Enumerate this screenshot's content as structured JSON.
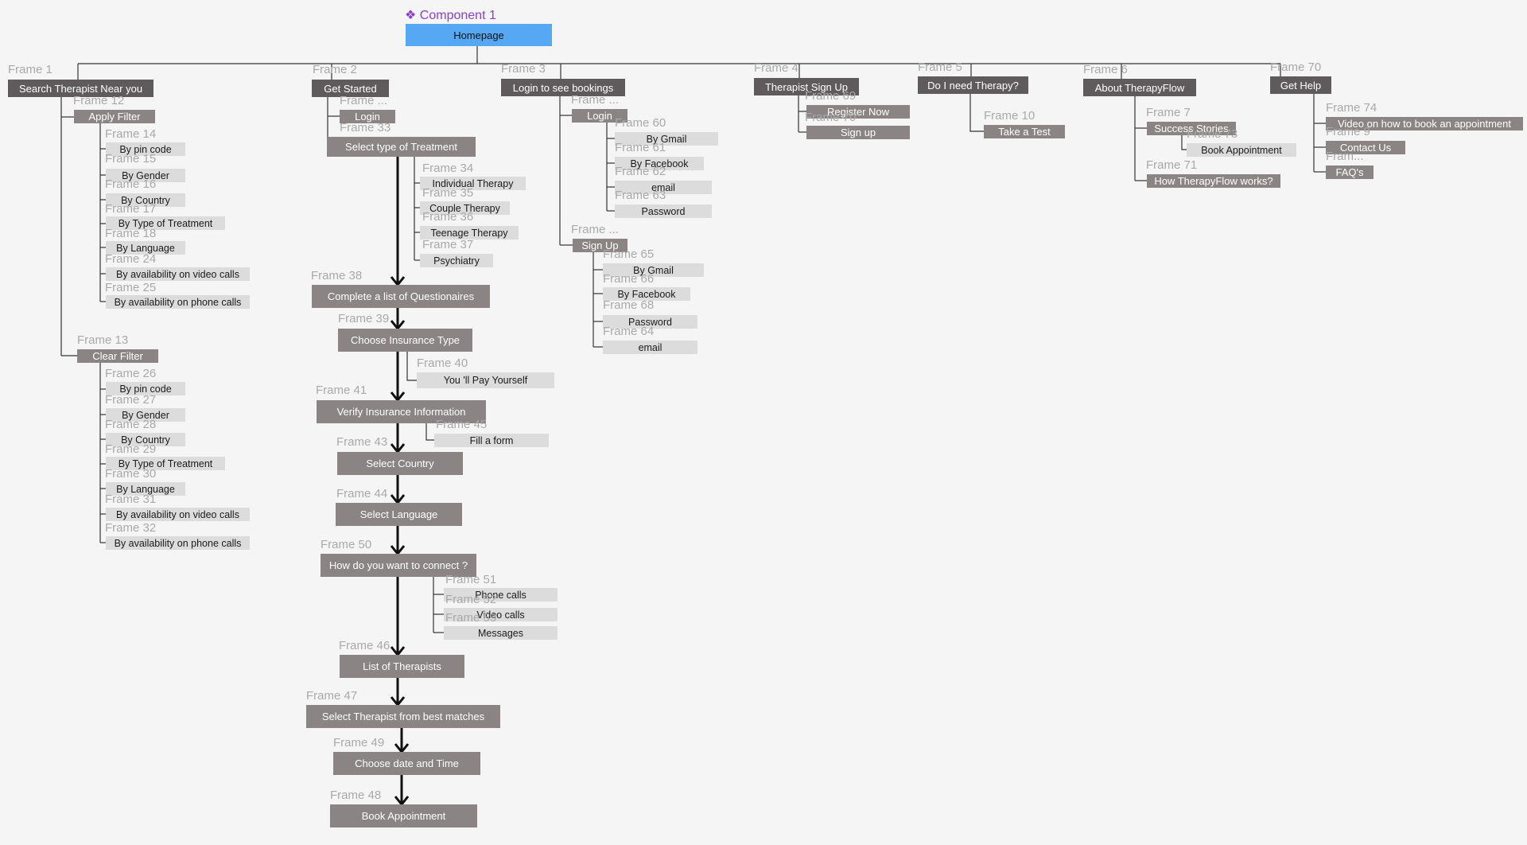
{
  "component_label": "Component 1",
  "component_icon": "component-diamond-icon",
  "root": "Homepage",
  "colors": {
    "background": "#f5f5f5",
    "root_fill": "#56a8f5",
    "section_fill": "#5f5b5c",
    "step_fill": "#8b8485",
    "option_fill": "#dcdcdc",
    "frame_label": "#a9a9a9",
    "component_label": "#8a3fd1"
  },
  "frames": [
    "Frame 1",
    "Frame 12",
    "Frame 14",
    "Frame 15",
    "Frame 16",
    "Frame 17",
    "Frame 18",
    "Frame 24",
    "Frame 25",
    "Frame 13",
    "Frame 26",
    "Frame 27",
    "Frame 28",
    "Frame 29",
    "Frame 30",
    "Frame 31",
    "Frame 32",
    "Frame 2",
    "Frame ...",
    "Frame 33",
    "Frame 34",
    "Frame 35",
    "Frame 36",
    "Frame 37",
    "Frame 38",
    "Frame 39",
    "Frame 40",
    "Frame 41",
    "Frame 45",
    "Frame 43",
    "Frame 44",
    "Frame 50",
    "Frame 51",
    "Frame 52",
    "Frame 53",
    "Frame 46",
    "Frame 47",
    "Frame 49",
    "Frame 48",
    "Frame 3",
    "Frame ...",
    "Frame 60",
    "Frame 61",
    "Frame 62",
    "Frame 63",
    "Frame ...",
    "Frame 65",
    "Frame 66",
    "Frame 68",
    "Frame 64",
    "Frame 4",
    "Frame 69",
    "Frame 70",
    "Frame 5",
    "Frame 10",
    "Frame 6",
    "Frame 7",
    "Frame 73",
    "Frame 71",
    "Frame 70",
    "Frame 74",
    "Frame 9",
    "Fram..."
  ],
  "nodes": [
    "Homepage",
    "Search Therapist Near you",
    "Apply Filter",
    "By pin code",
    "By Gender",
    "By Country",
    "By Type of Treatment",
    "By Language",
    "By availability on video calls",
    "By availability on phone calls",
    "Clear Filter",
    "By pin code",
    "By Gender",
    "By Country",
    "By Type of Treatment",
    "By Language",
    "By availability on video calls",
    "By availability on phone calls",
    "Get Started",
    "Login",
    "Select type of Treatment",
    "Individual Therapy",
    "Couple Therapy",
    "Teenage Therapy",
    "Psychiatry",
    "Complete a list of Questionaires",
    "Choose Insurance Type",
    "You 'll Pay Yourself",
    "Verify Insurance Information",
    "Fill a form",
    "Select Country",
    "Select Language",
    "How do you want to connect ?",
    "Phone calls",
    "Video calls",
    "Messages",
    "List of Therapists",
    "Select Therapist from best matches",
    "Choose date and Time",
    "Book Appointment",
    "Login to see bookings",
    "Login",
    "By Gmail",
    "By Facebook",
    "email",
    "Password",
    "Sign Up",
    "By Gmail",
    "By Facebook",
    "Password",
    "email",
    "Therapist Sign Up",
    "Register Now",
    "Sign up",
    "Do I need Therapy?",
    "Take a Test",
    "About TherapyFlow",
    "Success Stories",
    "Book Appointment",
    "How TherapyFlow works?",
    "Get Help",
    "Video on how to book an appointment",
    "Contact Us",
    "FAQ's"
  ]
}
